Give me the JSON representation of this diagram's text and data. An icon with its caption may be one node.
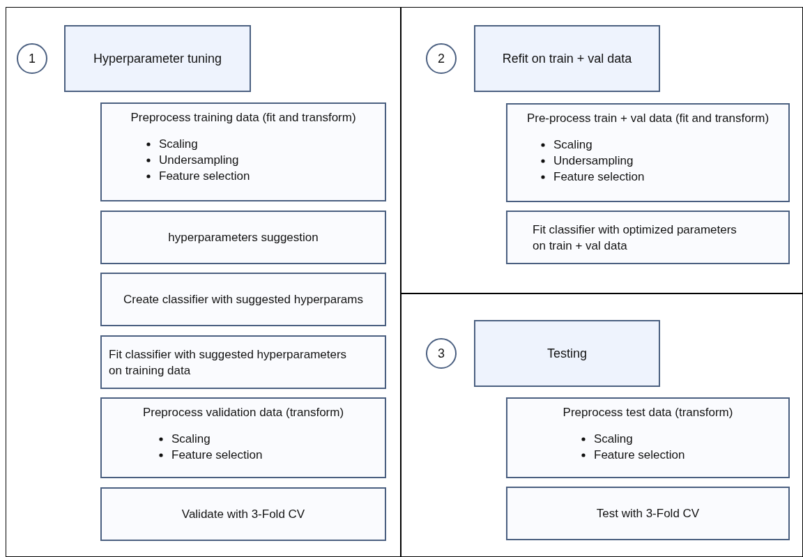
{
  "diagram": {
    "nodes": [
      {
        "text": [],
        "shape": "box"
      },
      {
        "text": [
          "1"
        ],
        "in": 0
      },
      {
        "text": [
          "Hyperparameter tuning"
        ],
        "in": 0
      },
      {
        "text": [
          "Preprocess training data (fit and transform)",
          "Scaling",
          "Undersampling",
          "Feature selection"
        ],
        "in": 0
      },
      {
        "text": [
          "hyperparameters suggestion"
        ],
        "in": 0
      },
      {
        "text": [
          "Create classifier with suggested hyperparams"
        ],
        "in": 0
      },
      {
        "text": [
          "Fit classifier with suggested hyperparameters on training data"
        ],
        "in": 0
      },
      {
        "text": [
          "Preprocess validation data (transform)",
          "Scaling",
          "Feature selection"
        ],
        "in": 0
      },
      {
        "text": [
          "Validate with 3-Fold CV"
        ],
        "in": 0
      },
      {
        "text": [],
        "shape": "box"
      },
      {
        "text": [
          "2"
        ],
        "in": 9
      },
      {
        "text": [
          "Refit on train + val data"
        ],
        "in": 9
      },
      {
        "text": [
          "Pre-process train + val data (fit and transform)",
          "Scaling",
          "Undersampling",
          "Feature selection"
        ],
        "in": 9
      },
      {
        "text": [
          "Fit classifier with optimized parameters on train + val data"
        ],
        "in": 9
      },
      {
        "text": [],
        "shape": "box"
      },
      {
        "text": [
          "3"
        ],
        "in": 14
      },
      {
        "text": [
          "Testing"
        ],
        "in": 14
      },
      {
        "text": [
          "Preprocess test data (transform)",
          "Scaling",
          "Feature selection"
        ],
        "in": 14
      },
      {
        "text": [
          "Test with 3-Fold CV"
        ],
        "in": 14
      }
    ]
  }
}
